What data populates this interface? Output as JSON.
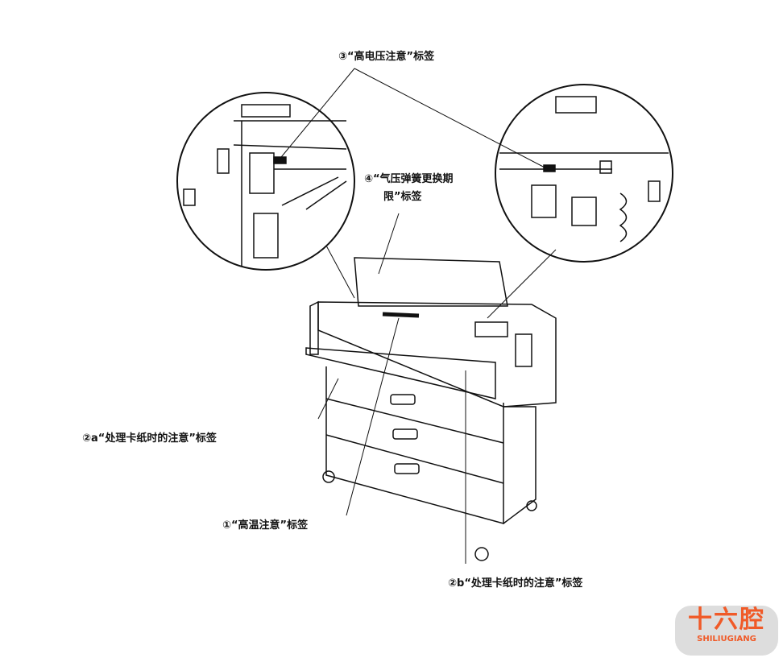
{
  "labels": {
    "high_voltage": "③“高电压注意”标签",
    "gas_spring_line1": "④“气压弹簧更换期",
    "gas_spring_line2": "限”标签",
    "jam_a": "②a“处理卡纸时的注意”标签",
    "high_temp": "①“高温注意”标签",
    "jam_b": "②b“处理卡纸时的注意”标签"
  },
  "logo": {
    "cn": "十六腔",
    "en": "SHILIUGIANG"
  }
}
